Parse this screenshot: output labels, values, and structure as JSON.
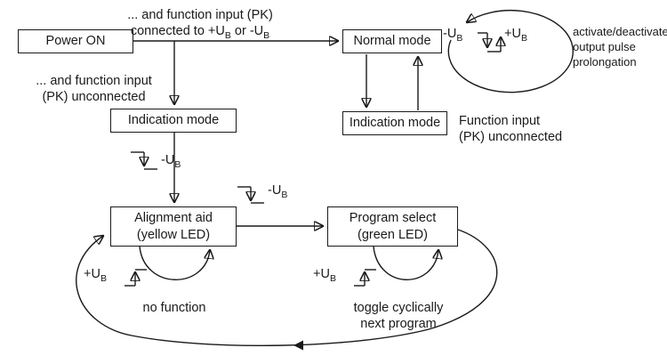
{
  "diagram": {
    "states": {
      "power_on": "Power ON",
      "normal_mode": "Normal mode",
      "indication_mode_left": "Indication mode",
      "indication_mode_right": "Indication mode",
      "alignment_aid": {
        "line1": "Alignment aid",
        "line2": "(yellow LED)"
      },
      "program_select": {
        "line1": "Program select",
        "line2": "(green LED)"
      }
    },
    "notes": {
      "top_connected": {
        "line1": "... and function input (PK)",
        "line2_part1": "connected to +U",
        "line2_part2": " or -U"
      },
      "left_unconnected": {
        "line1": "... and function input",
        "line2": "(PK) unconnected"
      },
      "prolongation": {
        "line1": "activate/deactivate",
        "line2": "output pulse",
        "line3": "prolongation"
      },
      "right_unconnected": {
        "line1": "Function input",
        "line2": "(PK) unconnected"
      },
      "no_function": "no function",
      "toggle": {
        "line1": "toggle cyclically",
        "line2": "next program"
      }
    },
    "signals": {
      "minus_u": "-U",
      "plus_u": "+U",
      "sub": "B"
    }
  }
}
